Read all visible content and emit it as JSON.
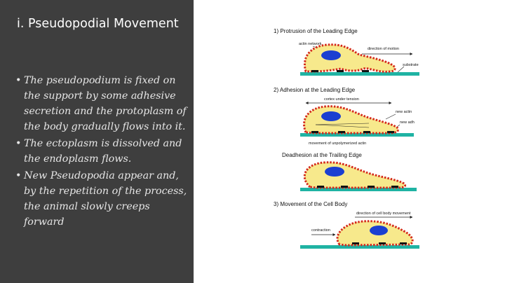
{
  "slide": {
    "title": "i. Pseudopodial Movement",
    "bullets": [
      "The pseudopodium is fixed on the support by some adhesive secretion and the protoplasm of the body gradually flows into it.",
      "The ectoplasm is dissolved and the endoplasm flows.",
      "New Pseudopodia appear and, by the repetition of the process,  the animal slowly creeps forward"
    ]
  },
  "figure": {
    "step1_title": "1) Protrusion of the Leading Edge",
    "actin_network": "actin network",
    "direction_of_motion": "direction of motion",
    "substrate": "substrate",
    "step2_title": "2) Adhesion at the Leading Edge",
    "cortex_under_tension": "cortex under tension",
    "new_actin": "new actin",
    "new_adh": "new adh",
    "movement_unpolymerized": "movement of unpolymerized actin",
    "deadhesion_title": "Deadhesion at the Trailing Edge",
    "step3_title": "3) Movement of the Cell Body",
    "direction_cell_body": "direction of cell body movement",
    "contraction": "contraction"
  },
  "colors": {
    "panel": "#3e3e3e",
    "cell_fill": "#f7e98c",
    "cell_outline": "#d42a1c",
    "nucleus": "#1b3fd1",
    "substrate": "#1fb3a3"
  }
}
